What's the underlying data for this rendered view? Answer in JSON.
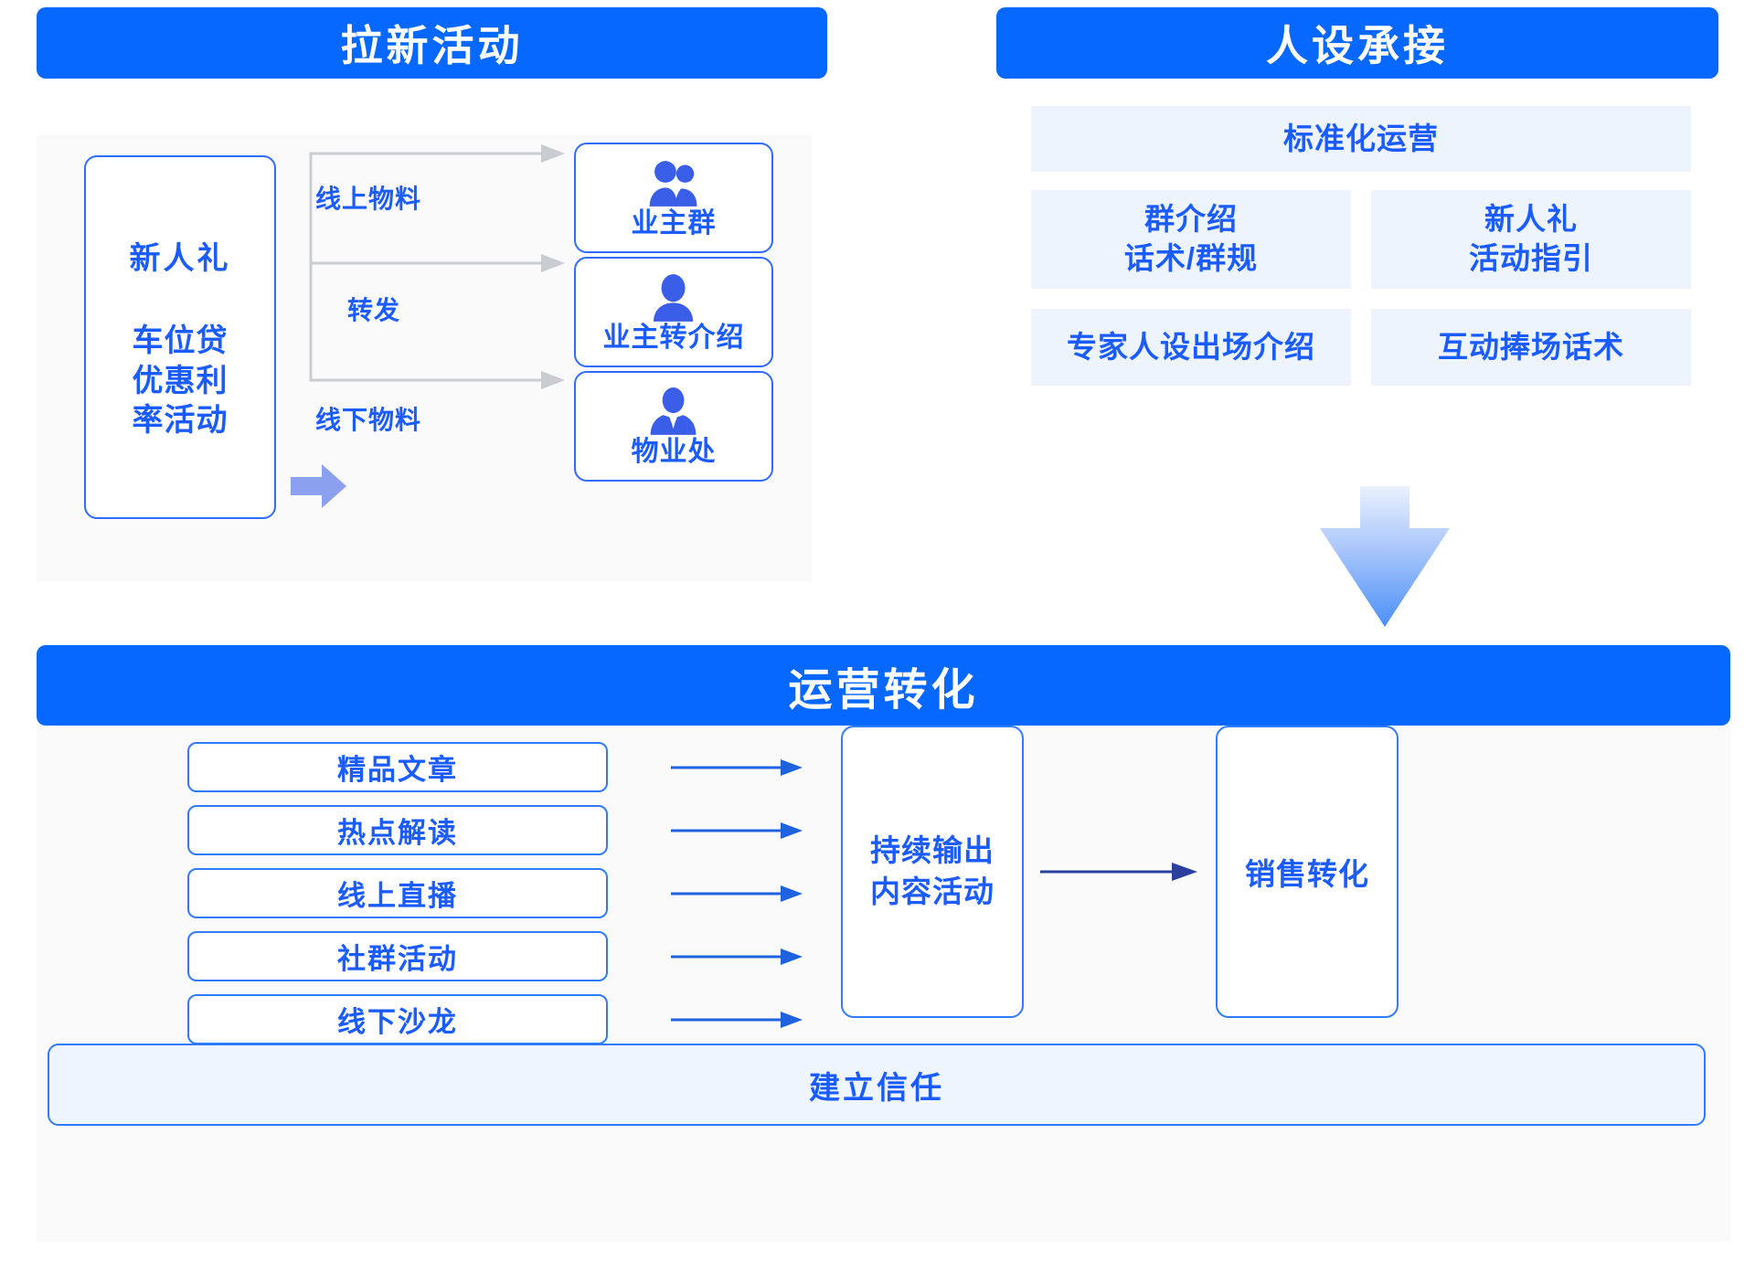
{
  "acquisition": {
    "header_title": "拉新活动",
    "source": {
      "line1": "新人礼",
      "line2": "车位贷\n优惠利\n率活动"
    },
    "links": [
      {
        "label": "线上物料"
      },
      {
        "label": "转发"
      },
      {
        "label": "线下物料"
      }
    ],
    "targets": [
      {
        "icon": "users-group-icon",
        "label": "业主群"
      },
      {
        "icon": "user-person-icon",
        "label": "业主转介绍"
      },
      {
        "icon": "businessman-tie-icon",
        "label": "物业处"
      }
    ],
    "flow_arrow_icon": "right-chevron-arrow-icon"
  },
  "persona": {
    "header_title": "人设承接",
    "wide_chip": "标准化运营",
    "chips": [
      "群介绍\n话术/群规",
      "新人礼\n活动指引",
      "专家人设出场介绍",
      "互动捧场话术"
    ],
    "down_arrow_icon": "down-arrow-gradient-icon"
  },
  "operations": {
    "header_title": "运营转化",
    "items": [
      "精品文章",
      "热点解读",
      "线上直播",
      "社群活动",
      "线下沙龙"
    ],
    "output_box": "持续输出\n内容活动",
    "sales_box": "销售转化",
    "trust_bar": "建立信任",
    "item_arrow_icon": "right-arrow-icon",
    "mid_arrow_icon": "right-arrow-icon"
  },
  "colors": {
    "brand_blue": "#0668FF",
    "text_blue": "#1A5CFF",
    "border_blue": "#2F6BFF",
    "chip_bg": "#EDF4FE",
    "panel_bg": "#FAFAFA",
    "connector_gray": "#C9CCD0",
    "chevron_purple": "#8CA0F0"
  }
}
